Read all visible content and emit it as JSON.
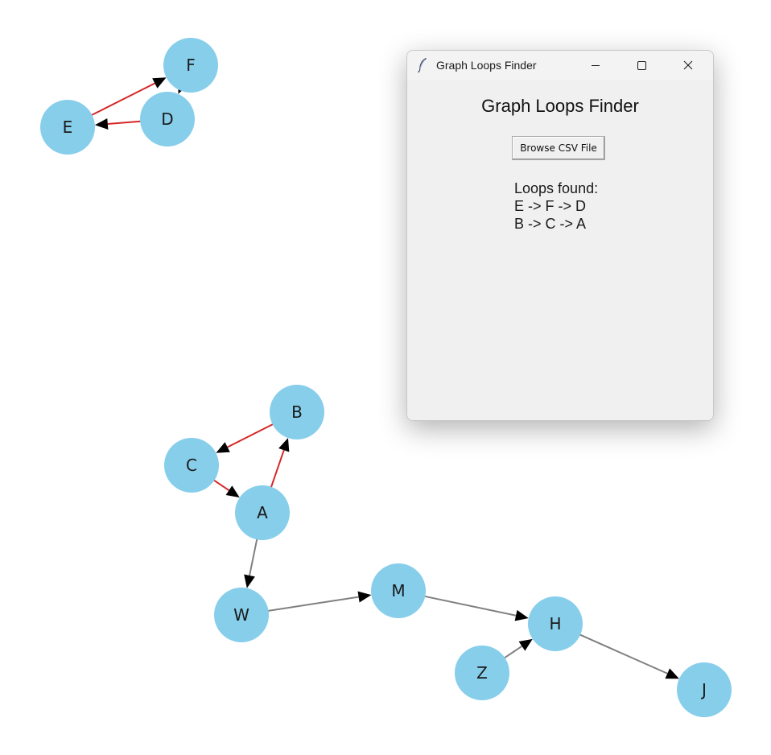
{
  "window": {
    "title": "Graph Loops Finder",
    "heading": "Graph Loops Finder",
    "browse_button_label": "Browse CSV File",
    "results": {
      "header": "Loops found:",
      "loops": [
        "E -> F -> D",
        "B -> C -> A"
      ]
    },
    "controls": {
      "minimize_icon": "minimize-icon",
      "maximize_icon": "maximize-icon",
      "close_icon": "close-icon",
      "app_icon": "tk-feather-icon"
    }
  },
  "graph": {
    "node_color": "#87ceeb",
    "loop_edge_color": "#d62728",
    "edge_color": "#808080",
    "nodes": [
      "F",
      "E",
      "D",
      "B",
      "C",
      "A",
      "W",
      "M",
      "H",
      "Z",
      "J"
    ],
    "edges": [
      {
        "from": "E",
        "to": "F",
        "in_loop": true
      },
      {
        "from": "D",
        "to": "E",
        "in_loop": true
      },
      {
        "from": "F",
        "to": "D",
        "in_loop": true
      },
      {
        "from": "A",
        "to": "B",
        "in_loop": true
      },
      {
        "from": "B",
        "to": "C",
        "in_loop": true
      },
      {
        "from": "C",
        "to": "A",
        "in_loop": true
      },
      {
        "from": "A",
        "to": "W",
        "in_loop": false
      },
      {
        "from": "W",
        "to": "M",
        "in_loop": false
      },
      {
        "from": "M",
        "to": "H",
        "in_loop": false
      },
      {
        "from": "Z",
        "to": "H",
        "in_loop": false
      },
      {
        "from": "H",
        "to": "J",
        "in_loop": false
      }
    ]
  }
}
